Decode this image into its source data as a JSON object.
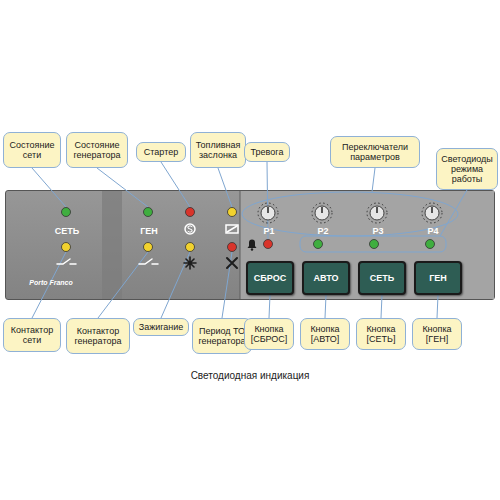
{
  "diagram": {
    "caption": "Светодиодная индикация",
    "nodes": [
      {
        "text": [
          "Состояние сети"
        ]
      },
      {
        "text": [
          "Состояние генератора"
        ]
      },
      {
        "text": [
          "Стартер"
        ]
      },
      {
        "text": [
          "Топливная заслонка"
        ]
      },
      {
        "text": [
          "Тревога"
        ]
      },
      {
        "text": [
          "Переключатели параметров"
        ]
      },
      {
        "text": [
          "Светодиоды режима работы"
        ]
      },
      {
        "text": [
          "СЕТЬ",
          "ГЕН",
          "P1",
          "P2",
          "P3",
          "P4",
          "Porto Franco"
        ]
      },
      {
        "text": [
          "СБРОС"
        ],
        "in": 7
      },
      {
        "text": [
          "АВТО"
        ],
        "in": 7
      },
      {
        "text": [
          "СЕТЬ"
        ],
        "in": 7
      },
      {
        "text": [
          "ГЕН"
        ],
        "in": 7
      },
      {
        "text": [
          "Контактор сети"
        ]
      },
      {
        "text": [
          "Контактор генератора"
        ]
      },
      {
        "text": [
          "Зажигание"
        ]
      },
      {
        "text": [
          "Период ТО генератора"
        ]
      },
      {
        "text": [
          "Кнопка [СБРОС]"
        ]
      },
      {
        "text": [
          "Кнопка [АВТО]"
        ]
      },
      {
        "text": [
          "Кнопка [СЕТЬ]"
        ]
      },
      {
        "text": [
          "Кнопка [ГЕН]"
        ]
      }
    ],
    "edges": [
      {
        "from": 16,
        "to": 8,
        "arrow": "none"
      },
      {
        "from": 17,
        "to": 9,
        "arrow": "none"
      },
      {
        "from": 18,
        "to": 10,
        "arrow": "none"
      },
      {
        "from": 19,
        "to": 11,
        "arrow": "none"
      }
    ]
  }
}
